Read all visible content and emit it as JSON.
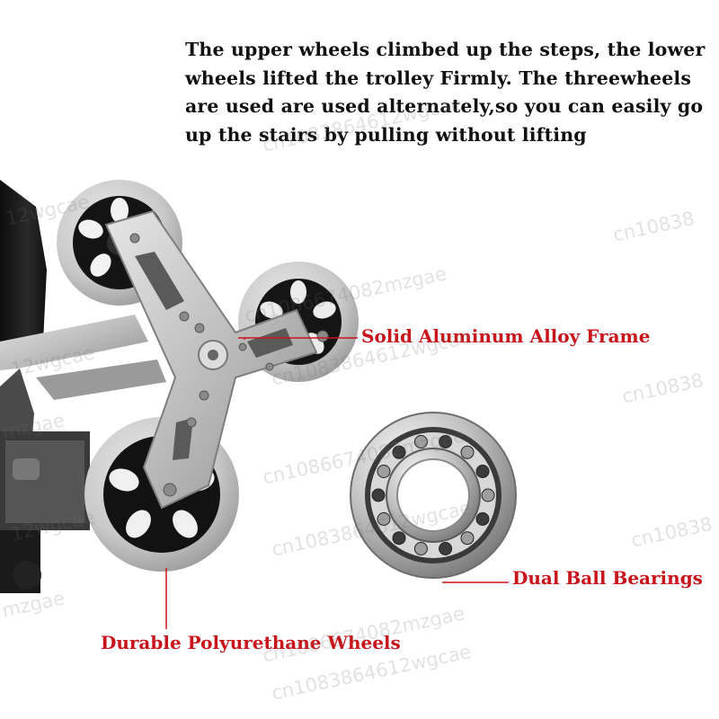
{
  "description": {
    "lines": [
      "The upper wheels climbed up the steps, the lower",
      "wheels lifted the trolley Firmly. The threewheels",
      "are used are used alternately,so you can easily go",
      "up the stairs by pulling without lifting"
    ]
  },
  "callouts": {
    "frame": "Solid Aluminum Alloy Frame",
    "bearing": "Dual Ball Bearings",
    "wheels": "Durable Polyurethane Wheels"
  },
  "watermarks": [
    "cn1083864612wgcae",
    "cn1086674082mzgae",
    "12wgcae",
    "mzgae",
    "cn10838"
  ],
  "colors": {
    "accent_red": "#c8151b",
    "text": "#111111",
    "background": "#ffffff"
  },
  "icons": [
    "stair-climbing-wheel-assembly",
    "ball-bearing"
  ]
}
